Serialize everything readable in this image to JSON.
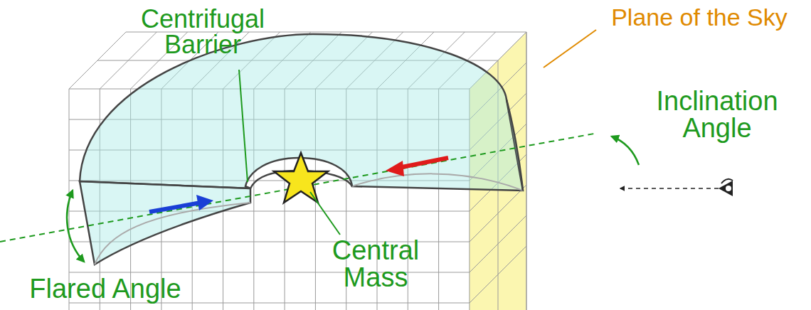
{
  "diagram": {
    "labels": [
      "Centrifugal Barrier",
      "Plane of the Sky",
      "Inclination Angle",
      "Central Mass",
      "Flared Angle"
    ]
  }
}
